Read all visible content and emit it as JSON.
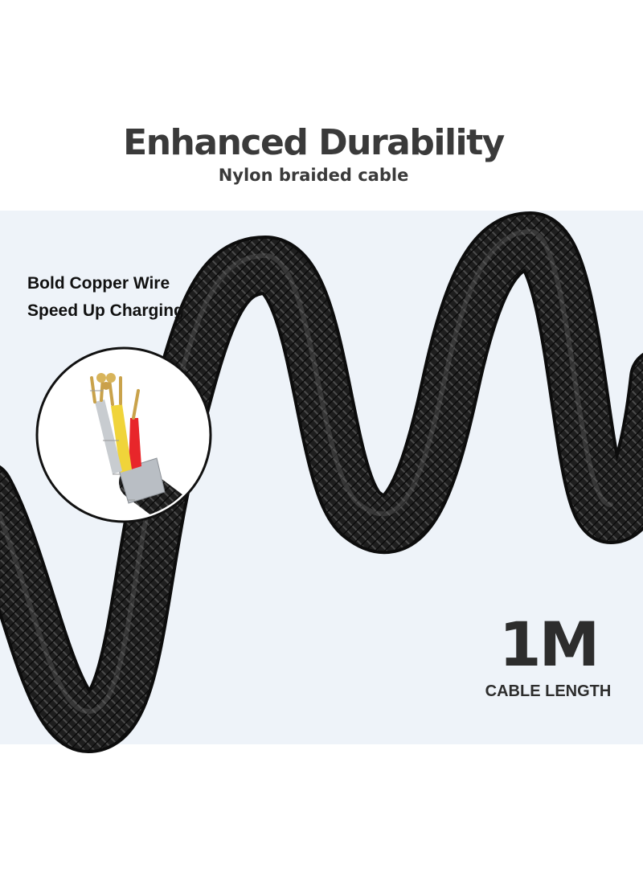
{
  "header": {
    "title": "Enhanced Durability",
    "subtitle": "Nylon braided cable"
  },
  "feature": {
    "line1": "Bold Copper Wire",
    "line2": "Speed Up Charging"
  },
  "length": {
    "value": "1M",
    "label": "CABLE LENGTH"
  },
  "colors": {
    "background": "#ffffff",
    "panel": "#eef3f9",
    "cable": "#1b1b1b",
    "text": "#3a3a3a",
    "wire_red": "#e8262a",
    "wire_yellow": "#f0d43a",
    "copper": "#c9a24a"
  }
}
